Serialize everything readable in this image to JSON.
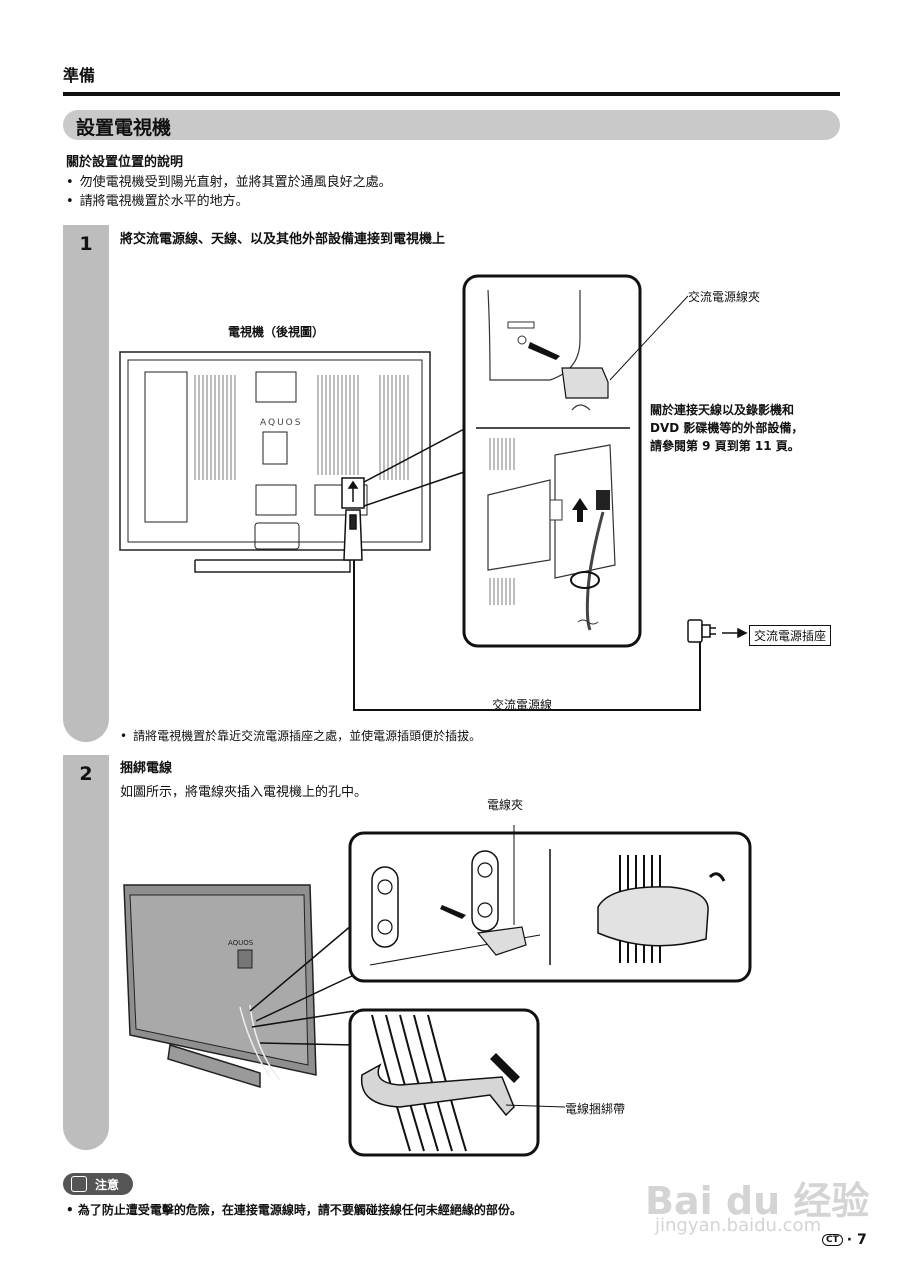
{
  "header": {
    "section": "準備"
  },
  "title": "設置電視機",
  "placement": {
    "heading": "關於設置位置的說明",
    "bullets": [
      "勿使電視機受到陽光直射，並將其置於通風良好之處。",
      "請將電視機置於水平的地方。"
    ]
  },
  "step1": {
    "number": "1",
    "title": "將交流電源線、天線、以及其他外部設備連接到電視機上",
    "tv_label": "電視機（後視圖）",
    "tv_brand": "AQUOS",
    "clip_label": "交流電源線夾",
    "note_lines": [
      "關於連接天線以及錄影機和",
      "DVD 影碟機等的外部設備，",
      "請參閱第 9 頁到第 11 頁。"
    ],
    "outlet_label": "交流電源插座",
    "cord_label": "交流電源線",
    "bullet": "請將電視機置於靠近交流電源插座之處，並使電源插頭便於插拔。"
  },
  "step2": {
    "number": "2",
    "title": "捆綁電線",
    "body": "如圖所示，將電線夾插入電視機上的孔中。",
    "clamp_label": "電線夾",
    "tie_label": "電線捆綁帶",
    "tv_brand": "AQUOS"
  },
  "caution": {
    "badge": "注意",
    "text": "為了防止遭受電擊的危險，在連接電源線時，請不要觸碰接線任何未經絕緣的部份。"
  },
  "footer": {
    "ct_mark": "CT",
    "page": "7"
  },
  "watermark": {
    "brand": "Bai du 经验",
    "url": "jingyan.baidu.com"
  }
}
